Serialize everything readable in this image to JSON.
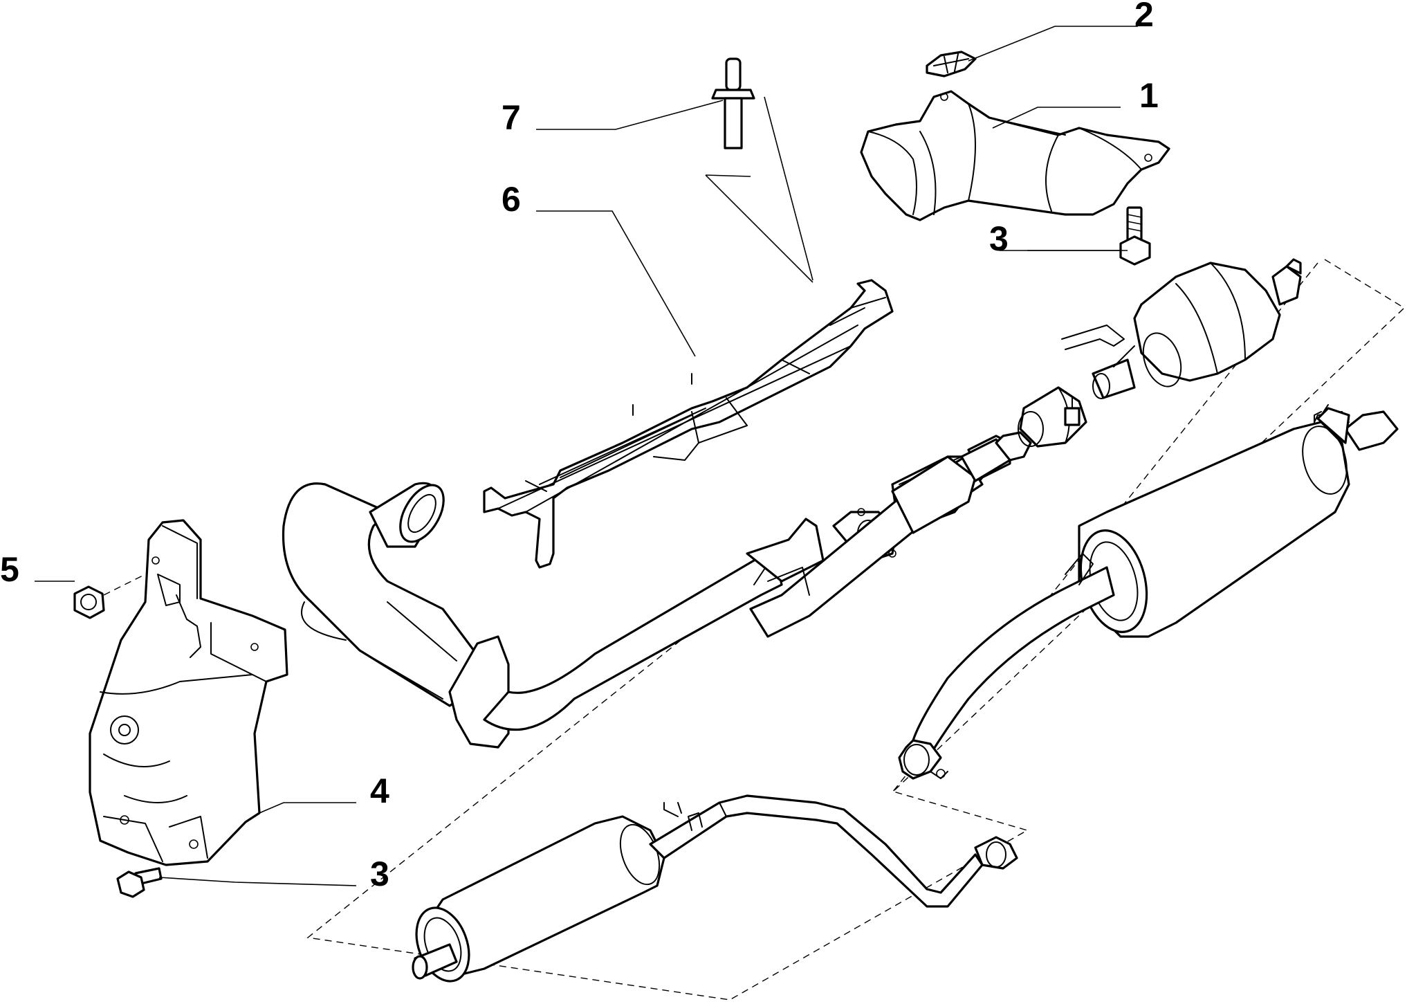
{
  "callouts": [
    {
      "id": "callout-1",
      "text": "1"
    },
    {
      "id": "callout-2",
      "text": "2"
    },
    {
      "id": "callout-3-top",
      "text": "3"
    },
    {
      "id": "callout-3-bottom",
      "text": "3"
    },
    {
      "id": "callout-4",
      "text": "4"
    },
    {
      "id": "callout-5",
      "text": "5"
    },
    {
      "id": "callout-6",
      "text": "6"
    },
    {
      "id": "callout-7",
      "text": "7"
    }
  ],
  "colors": {
    "line": "#000000",
    "background": "#ffffff"
  }
}
